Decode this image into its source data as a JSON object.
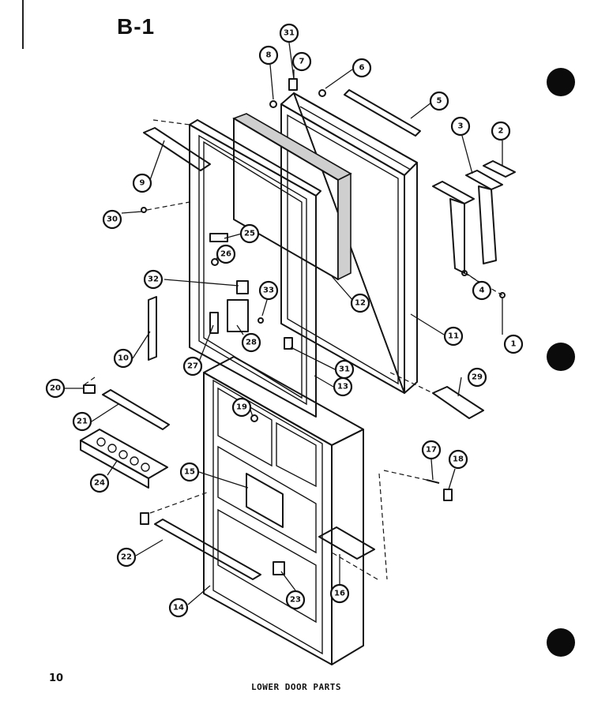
{
  "diagram_title": "B-1",
  "page_number": "10",
  "caption": "LOWER DOOR PARTS",
  "callouts": [
    "1",
    "2",
    "3",
    "4",
    "5",
    "6",
    "7",
    "8",
    "9",
    "10",
    "11",
    "12",
    "13",
    "14",
    "15",
    "16",
    "17",
    "18",
    "19",
    "20",
    "21",
    "22",
    "23",
    "24",
    "25",
    "26",
    "27",
    "28",
    "29",
    "30",
    "31",
    "31",
    "32",
    "33"
  ],
  "colors": {
    "ink": "#151515",
    "paper": "#ffffff"
  }
}
